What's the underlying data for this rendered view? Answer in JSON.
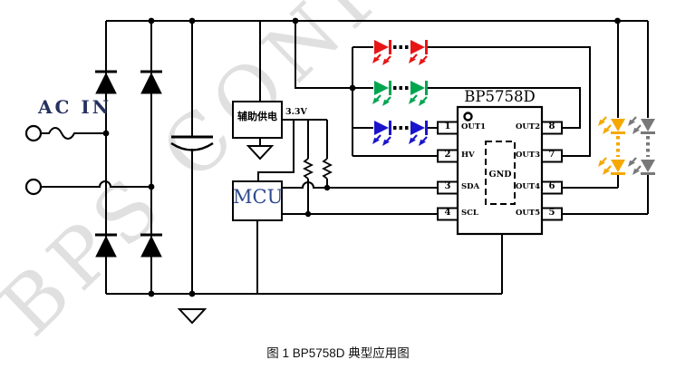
{
  "watermark": {
    "text": "BPS CONF",
    "visible_part": "BPS CON"
  },
  "labels": {
    "ac_in": "AC IN",
    "aux_supply": "辅助供电",
    "rail_3v3": "3.3V",
    "mcu": "MCU",
    "caption": "图 1 BP5758D 典型应用图"
  },
  "chip": {
    "title": "BP5758D",
    "center_pad": "GND",
    "left_pins": [
      {
        "num": "1",
        "name": "OUT1"
      },
      {
        "num": "2",
        "name": "HV"
      },
      {
        "num": "3",
        "name": "SDA"
      },
      {
        "num": "4",
        "name": "SCL"
      }
    ],
    "right_pins": [
      {
        "num": "8",
        "name": "OUT2"
      },
      {
        "num": "7",
        "name": "OUT3"
      },
      {
        "num": "6",
        "name": "OUT4"
      },
      {
        "num": "5",
        "name": "OUT5"
      }
    ]
  },
  "colors": {
    "wire": "#000000",
    "led_red": "#e81515",
    "led_green": "#00a550",
    "led_blue": "#1a14cc",
    "led_amber": "#f5a800",
    "led_gray": "#787878",
    "wm_color": "#c8c8c8"
  }
}
